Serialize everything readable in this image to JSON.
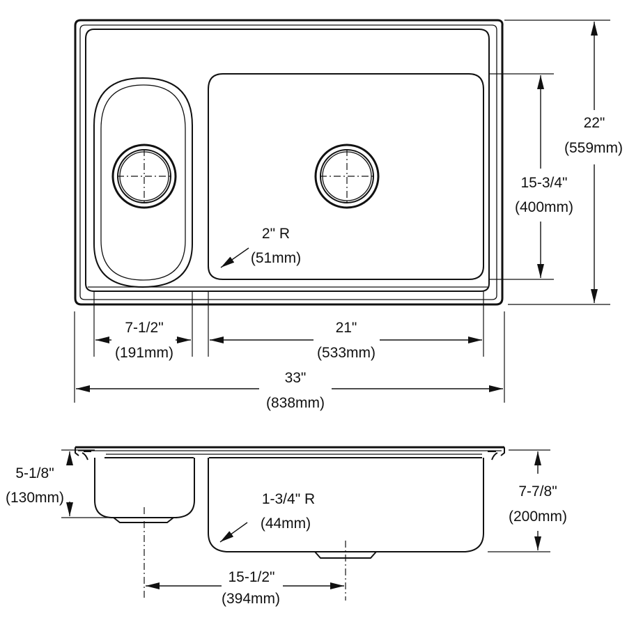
{
  "top_view": {
    "overall_width": {
      "label": "33\"",
      "metric": "(838mm)"
    },
    "overall_depth": {
      "label": "22\"",
      "metric": "(559mm)"
    },
    "small_bowl_width": {
      "label": "7-1/2\"",
      "metric": "(191mm)"
    },
    "large_bowl_width": {
      "label": "21\"",
      "metric": "(533mm)"
    },
    "bowl_length": {
      "label": "15-3/4\"",
      "metric": "(400mm)"
    },
    "corner_radius": {
      "label": "2\" R",
      "metric": "(51mm)"
    }
  },
  "section_view": {
    "small_bowl_depth": {
      "label": "5-1/8\"",
      "metric": "(130mm)"
    },
    "large_bowl_depth": {
      "label": "7-7/8\"",
      "metric": "(200mm)"
    },
    "bottom_radius": {
      "label": "1-3/4\" R",
      "metric": "(44mm)"
    },
    "drain_spacing": {
      "label": "15-1/2\"",
      "metric": "(394mm)"
    }
  }
}
